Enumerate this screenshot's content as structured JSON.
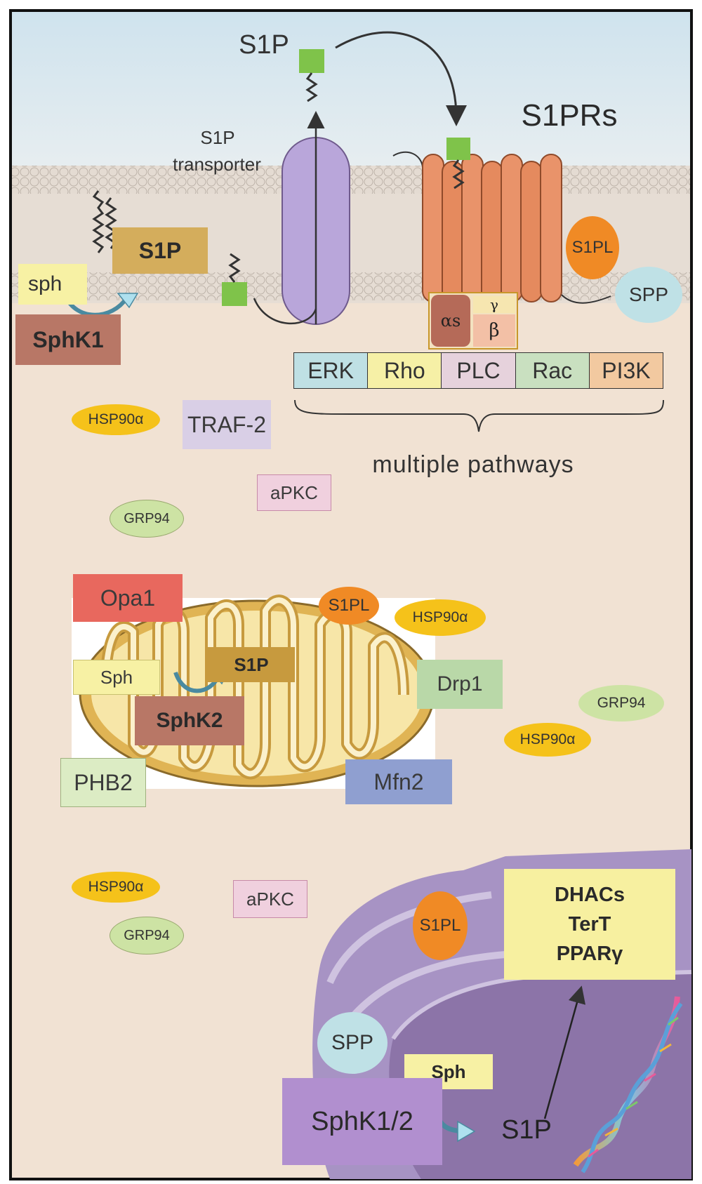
{
  "diagram": {
    "extracellular": {
      "s1p_label": "S1P"
    },
    "receptors": {
      "title": "S1PRs"
    },
    "transporter": {
      "line1": "S1P",
      "line2": "transporter"
    },
    "membrane_left": {
      "s1p": "S1P",
      "sph": "sph",
      "sphk1": "SphK1"
    },
    "membrane_right": {
      "s1pl": "S1PL",
      "spp": "SPP"
    },
    "g_protein": {
      "alpha": "αs",
      "gamma": "γ",
      "beta": "β"
    },
    "pathways": {
      "cells": [
        {
          "label": "ERK",
          "color": "#bfe0e4"
        },
        {
          "label": "Rho",
          "color": "#f6f0a6"
        },
        {
          "label": "PLC",
          "color": "#e6d2dc"
        },
        {
          "label": "Rac",
          "color": "#c9e0c0"
        },
        {
          "label": "PI3K",
          "color": "#f2c9a0"
        }
      ],
      "caption": "multiple pathways"
    },
    "cytoplasm_top": {
      "hsp90a": "HSP90α",
      "traf2": "TRAF-2",
      "apkc": "aPKC",
      "grp94": "GRP94"
    },
    "mitochondrion": {
      "opa1": "Opa1",
      "s1pl": "S1PL",
      "hsp90a": "HSP90α",
      "sph": "Sph",
      "s1p": "S1P",
      "sphk2": "SphK2",
      "drp1": "Drp1",
      "phb2": "PHB2",
      "mfn2": "Mfn2",
      "grp94_right": "GRP94",
      "hsp90a_right": "HSP90α"
    },
    "cytoplasm_bottom": {
      "hsp90a": "HSP90α",
      "apkc": "aPKC",
      "grp94": "GRP94"
    },
    "nucleus": {
      "s1pl": "S1PL",
      "targets": [
        "DHACs",
        "TerT",
        "PPARγ"
      ],
      "spp": "SPP",
      "sph": "Sph",
      "sphk12": "SphK1/2",
      "s1p": "S1P"
    },
    "colors": {
      "cytoplasm": "#f1e2d3",
      "membrane_head": "#d8d0c8",
      "receptor": "#e9936a",
      "transporter": "#b9a6da",
      "s1p_square": "#7fc34a",
      "s1pl": "#f08a25",
      "spp": "#bfe1e6",
      "hsp90a": "#f5c21a",
      "grp94": "#cde3a4",
      "mito_outer": "#e0b454",
      "mito_inner": "#f9efc6",
      "er": "#a793c4",
      "nucleus": "#8c74a8"
    }
  }
}
